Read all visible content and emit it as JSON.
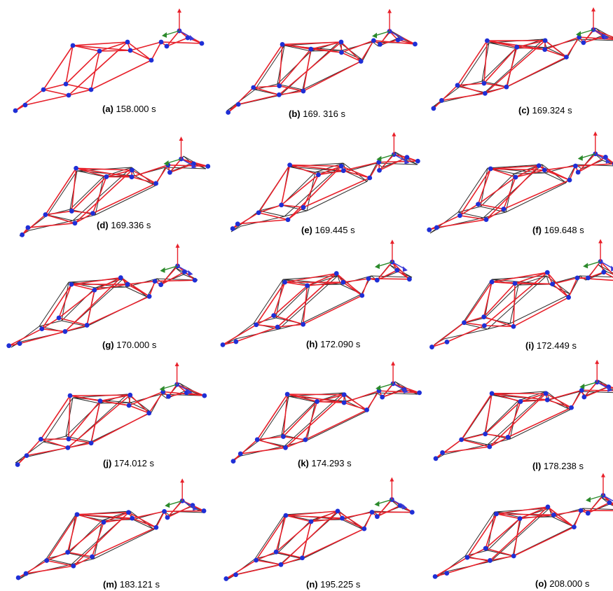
{
  "panels": [
    {
      "label": "(a)",
      "time": "158.000 s"
    },
    {
      "label": "(b)",
      "time": "169. 316 s"
    },
    {
      "label": "(c)",
      "time": "169.324 s"
    },
    {
      "label": "(d)",
      "time": "169.336 s"
    },
    {
      "label": "(e)",
      "time": "169.445 s"
    },
    {
      "label": "(f)",
      "time": "169.648 s"
    },
    {
      "label": "(g)",
      "time": "170.000 s"
    },
    {
      "label": "(h)",
      "time": "172.090 s"
    },
    {
      "label": "(i)",
      "time": "172.449 s"
    },
    {
      "label": "(j)",
      "time": "174.012 s"
    },
    {
      "label": "(k)",
      "time": "174.293 s"
    },
    {
      "label": "(l)",
      "time": "178.238 s"
    },
    {
      "label": "(m)",
      "time": "183.121 s"
    },
    {
      "label": "(n)",
      "time": "195.225 s"
    },
    {
      "label": "(o)",
      "time": "208.000 s"
    }
  ],
  "colors": {
    "deformed_member": "#e8202a",
    "reference_member": "#2b2b2b",
    "node": "#1f2fd6",
    "axis_z": "#e8202a",
    "axis_x": "#2b8a2b",
    "axis_y": "#3a3ad6"
  },
  "icons": {
    "axis_triad": "xyz-axis-triad-icon"
  }
}
